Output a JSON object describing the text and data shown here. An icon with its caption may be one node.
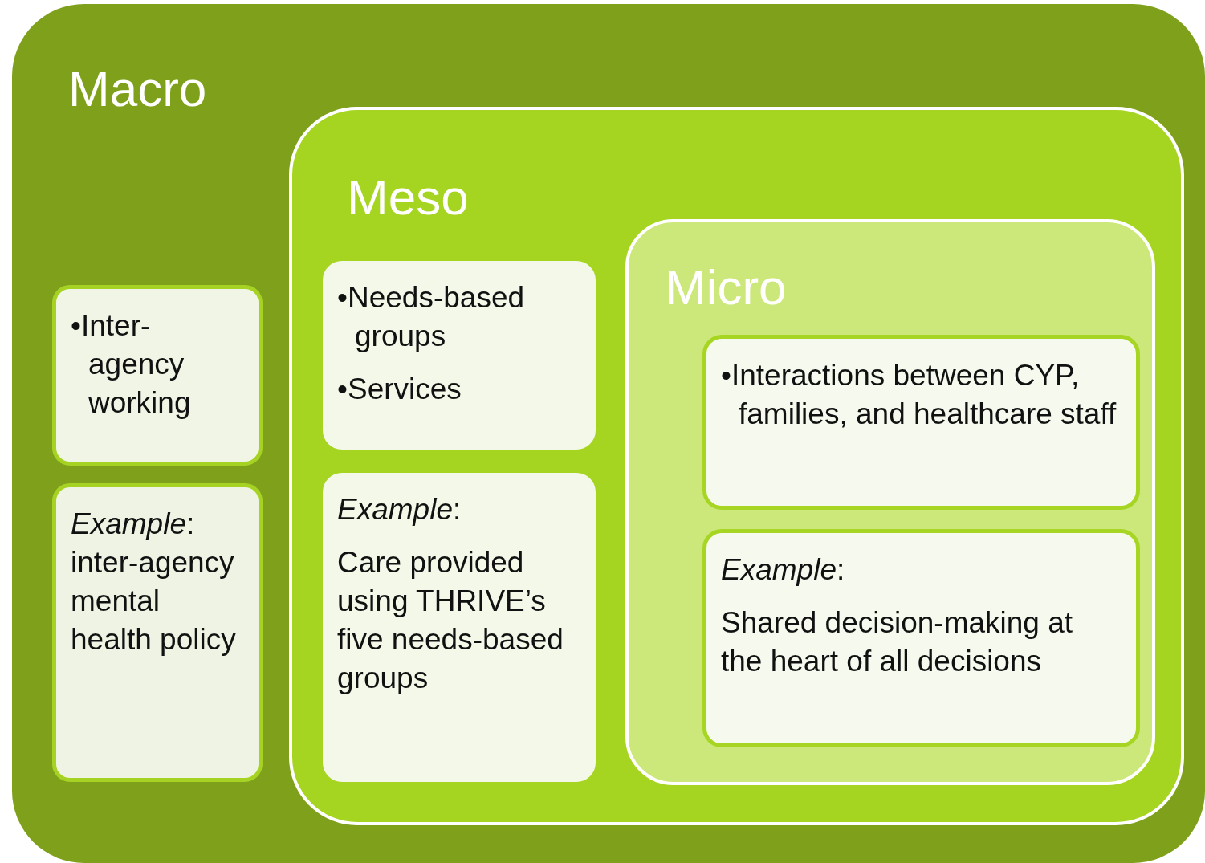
{
  "diagram": {
    "nodes": [
      {
        "text": [
          "Macro"
        ]
      },
      {
        "text": [
          "•Inter-agency working"
        ],
        "in": 0
      },
      {
        "text": [
          "*Example*: inter-agency mental health policy"
        ],
        "in": 0
      },
      {
        "text": [
          "Meso"
        ],
        "in": 0
      },
      {
        "text": [
          "•Needs-based groups",
          "•Services"
        ],
        "in": 3
      },
      {
        "text": [
          "*Example*:",
          "Care provided using THRIVE’s five needs-based groups"
        ],
        "in": 3
      },
      {
        "text": [
          "Micro"
        ],
        "in": 3
      },
      {
        "text": [
          "•Interactions between CYP, families, and healthcare staff"
        ],
        "in": 6
      },
      {
        "text": [
          "*Example*:",
          "Shared decision-making at the heart of all decisions"
        ],
        "in": 6
      }
    ]
  }
}
